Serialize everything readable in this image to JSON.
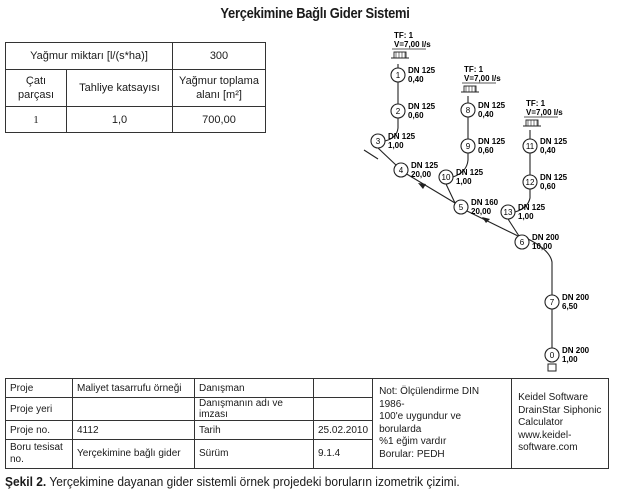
{
  "title": "Yerçekimine Bağlı Gider Sistemi",
  "rain_table": {
    "rain_label": "Yağmur miktarı [l/(s*ha)]",
    "rain_value": "300",
    "headers": [
      "Çatı parçası",
      "Tahliye katsayısı",
      "Yağmur toplama alanı [m²]"
    ],
    "row": [
      "1",
      "1,0",
      "700,00"
    ]
  },
  "diagram": {
    "roof_drains": [
      {
        "tf": "TF: 1",
        "flow": "V=7,00 l/s"
      },
      {
        "tf": "TF: 1",
        "flow": "V=7,00 l/s"
      },
      {
        "tf": "TF: 1",
        "flow": "V=7,00 l/s"
      }
    ],
    "nodes": [
      {
        "id": "1",
        "dn": "DN 125",
        "val": "0,40"
      },
      {
        "id": "2",
        "dn": "DN 125",
        "val": "0,60"
      },
      {
        "id": "3",
        "dn": "DN 125",
        "val": "1,00"
      },
      {
        "id": "4",
        "dn": "DN 125",
        "val": "20,00"
      },
      {
        "id": "8",
        "dn": "DN 125",
        "val": "0,40"
      },
      {
        "id": "9",
        "dn": "DN 125",
        "val": "0,60"
      },
      {
        "id": "10",
        "dn": "DN 125",
        "val": "1,00"
      },
      {
        "id": "5",
        "dn": "DN 160",
        "val": "20,00"
      },
      {
        "id": "11",
        "dn": "DN 125",
        "val": "0,40"
      },
      {
        "id": "12",
        "dn": "DN 125",
        "val": "0,60"
      },
      {
        "id": "13",
        "dn": "DN 125",
        "val": "1,00"
      },
      {
        "id": "6",
        "dn": "DN 200",
        "val": "10,00"
      },
      {
        "id": "7",
        "dn": "DN 200",
        "val": "6,50"
      },
      {
        "id": "0",
        "dn": "DN 200",
        "val": "1,00"
      }
    ]
  },
  "info_table": {
    "project_label": "Proje",
    "project_value": "Maliyet tasarrufu örneği",
    "consultant_label": "Danışman",
    "site_label": "Proje yeri",
    "consultant_name_label": "Danışmanın adı ve imzası",
    "project_no_label": "Proje no.",
    "project_no_value": "4112",
    "date_label": "Tarih",
    "date_value": "25.02.2010",
    "installation_label": "Boru tesisat no.",
    "installation_value": "Yerçekimine bağlı gider",
    "version_label": "Sürüm",
    "version_value": "9.1.4",
    "note_lines": [
      "Not: Ölçülendirme DIN 1986-",
      "100'e uygundur ve borularda",
      "%1 eğim vardır",
      "Borular: PEDH"
    ],
    "vendor_lines": [
      "Keidel Software",
      "DrainStar Siphonic",
      "Calculator",
      "www.keidel-software.com"
    ]
  },
  "caption": {
    "label": "Şekil 2.",
    "text": " Yerçekimine dayanan gider sistemli örnek projedeki boruların izometrik çizimi."
  }
}
